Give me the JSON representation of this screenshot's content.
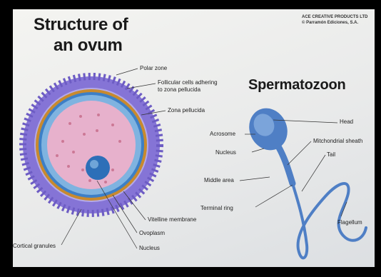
{
  "title_ovum": [
    "Structure of",
    "an ovum"
  ],
  "title_sperm": "Spermatozoon",
  "credits": [
    "ACE CREATIVE PRODUCTS LTD",
    "© Parramón Ediciones, S.A."
  ],
  "ovum_labels": {
    "polar_zone": "Polar zone",
    "follicular_1": "Follicular cells adhering",
    "follicular_2": "to zona pellucida",
    "zona_pellucida": "Zona pellucida",
    "vitelline": "Vitelline membrane",
    "ovoplasm": "Ovoplasm",
    "nucleus": "Nucleus",
    "cortical": "Cortical granules"
  },
  "sperm_labels": {
    "head": "Head",
    "acrosome": "Acrosome",
    "mitochondrial": "Mitchondrial sheath",
    "tail": "Tail",
    "nucleus": "Nucleus",
    "middle": "Middle area",
    "terminal": "Terminal ring",
    "flagellum": "Flagellum"
  },
  "colors": {
    "follicular": "#7f6fd0",
    "zona": "#3f86c9",
    "ovoplasm": "#e8b2cf",
    "ring": "#c88a2e",
    "sperm": "#4f7fc5"
  }
}
